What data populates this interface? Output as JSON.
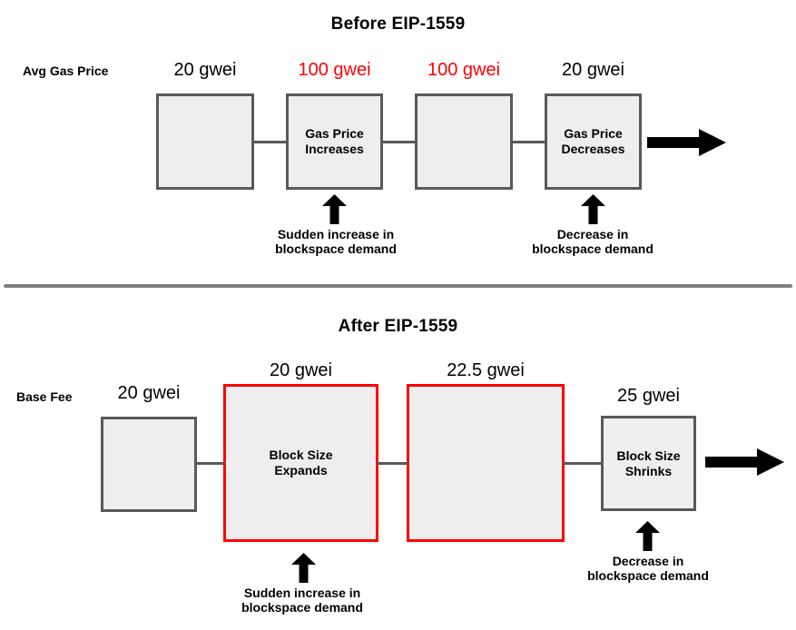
{
  "before": {
    "title": "Before EIP-1559",
    "row_label": "Avg Gas Price",
    "prices": [
      {
        "text": "20 gwei",
        "color": "#000000"
      },
      {
        "text": "100 gwei",
        "color": "#ff0000"
      },
      {
        "text": "100 gwei",
        "color": "#ff0000"
      },
      {
        "text": "20 gwei",
        "color": "#000000"
      }
    ],
    "boxes": [
      {
        "label_line1": "",
        "label_line2": "",
        "border_color": "#595959"
      },
      {
        "label_line1": "Gas Price",
        "label_line2": "Increases",
        "border_color": "#595959"
      },
      {
        "label_line1": "",
        "label_line2": "",
        "border_color": "#595959"
      },
      {
        "label_line1": "Gas Price",
        "label_line2": "Decreases",
        "border_color": "#595959"
      }
    ],
    "annotations": [
      {
        "line1": "Sudden increase in",
        "line2": "blockspace demand"
      },
      {
        "line1": "Decrease in",
        "line2": "blockspace demand"
      }
    ]
  },
  "after": {
    "title": "After EIP-1559",
    "row_label": "Base Fee",
    "prices": [
      {
        "text": "20 gwei",
        "color": "#000000"
      },
      {
        "text": "20 gwei",
        "color": "#000000"
      },
      {
        "text": "22.5 gwei",
        "color": "#000000"
      },
      {
        "text": "25 gwei",
        "color": "#000000"
      }
    ],
    "boxes": [
      {
        "label_line1": "",
        "label_line2": "",
        "border_color": "#595959"
      },
      {
        "label_line1": "Block Size",
        "label_line2": "Expands",
        "border_color": "#ff0000"
      },
      {
        "label_line1": "",
        "label_line2": "",
        "border_color": "#ff0000"
      },
      {
        "label_line1": "Block Size",
        "label_line2": "Shrinks",
        "border_color": "#595959"
      }
    ],
    "annotations": [
      {
        "line1": "Sudden increase in",
        "line2": "blockspace demand"
      },
      {
        "line1": "Decrease in",
        "line2": "blockspace demand"
      }
    ]
  },
  "colors": {
    "highlight_red": "#ff0000",
    "box_fill": "#eeeeee",
    "box_border_gray": "#595959",
    "divider_gray": "#808080",
    "arrow_black": "#000000"
  }
}
